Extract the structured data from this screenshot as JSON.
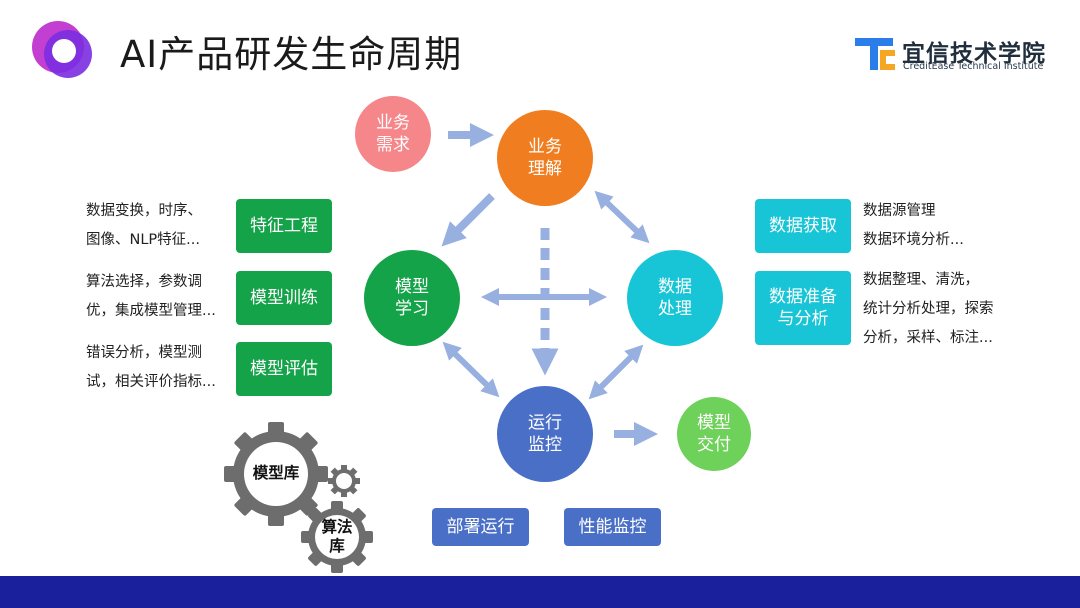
{
  "title": "AI产品研发生命周期",
  "brand": {
    "name": "宜信技术学院",
    "subtitle": "CreditEase Technical Institute"
  },
  "nodes": {
    "business_need": "业务\n需求",
    "business_understand": "业务\n理解",
    "model_learning": "模型\n学习",
    "data_processing": "数据\n处理",
    "run_monitor": "运行\n监控",
    "model_delivery": "模型\n交付"
  },
  "left_boxes": [
    "特征工程",
    "模型训练",
    "模型评估"
  ],
  "left_notes": [
    "数据变换，时序、\n图像、NLP特征...",
    "算法选择，参数调\n优，集成模型管理...",
    "错误分析，模型测\n试，相关评价指标..."
  ],
  "right_boxes": [
    "数据获取",
    "数据准备\n与分析"
  ],
  "right_notes": [
    "数据源管理\n数据环境分析...",
    "数据整理、清洗，\n统计分析处理，探索\n分析，采样、标注..."
  ],
  "bottom_boxes": [
    "部署运行",
    "性能监控"
  ],
  "gears": {
    "big": "模型库",
    "small": "算法\n库"
  },
  "colors": {
    "orange": "#f07d1f",
    "green": "#15a349",
    "cyan": "#18c5d6",
    "blue": "#4a6fc7",
    "pink": "#f5868a",
    "light_green": "#6ed15a",
    "arrow": "#97b0e0",
    "gear": "#6d6d6d"
  }
}
